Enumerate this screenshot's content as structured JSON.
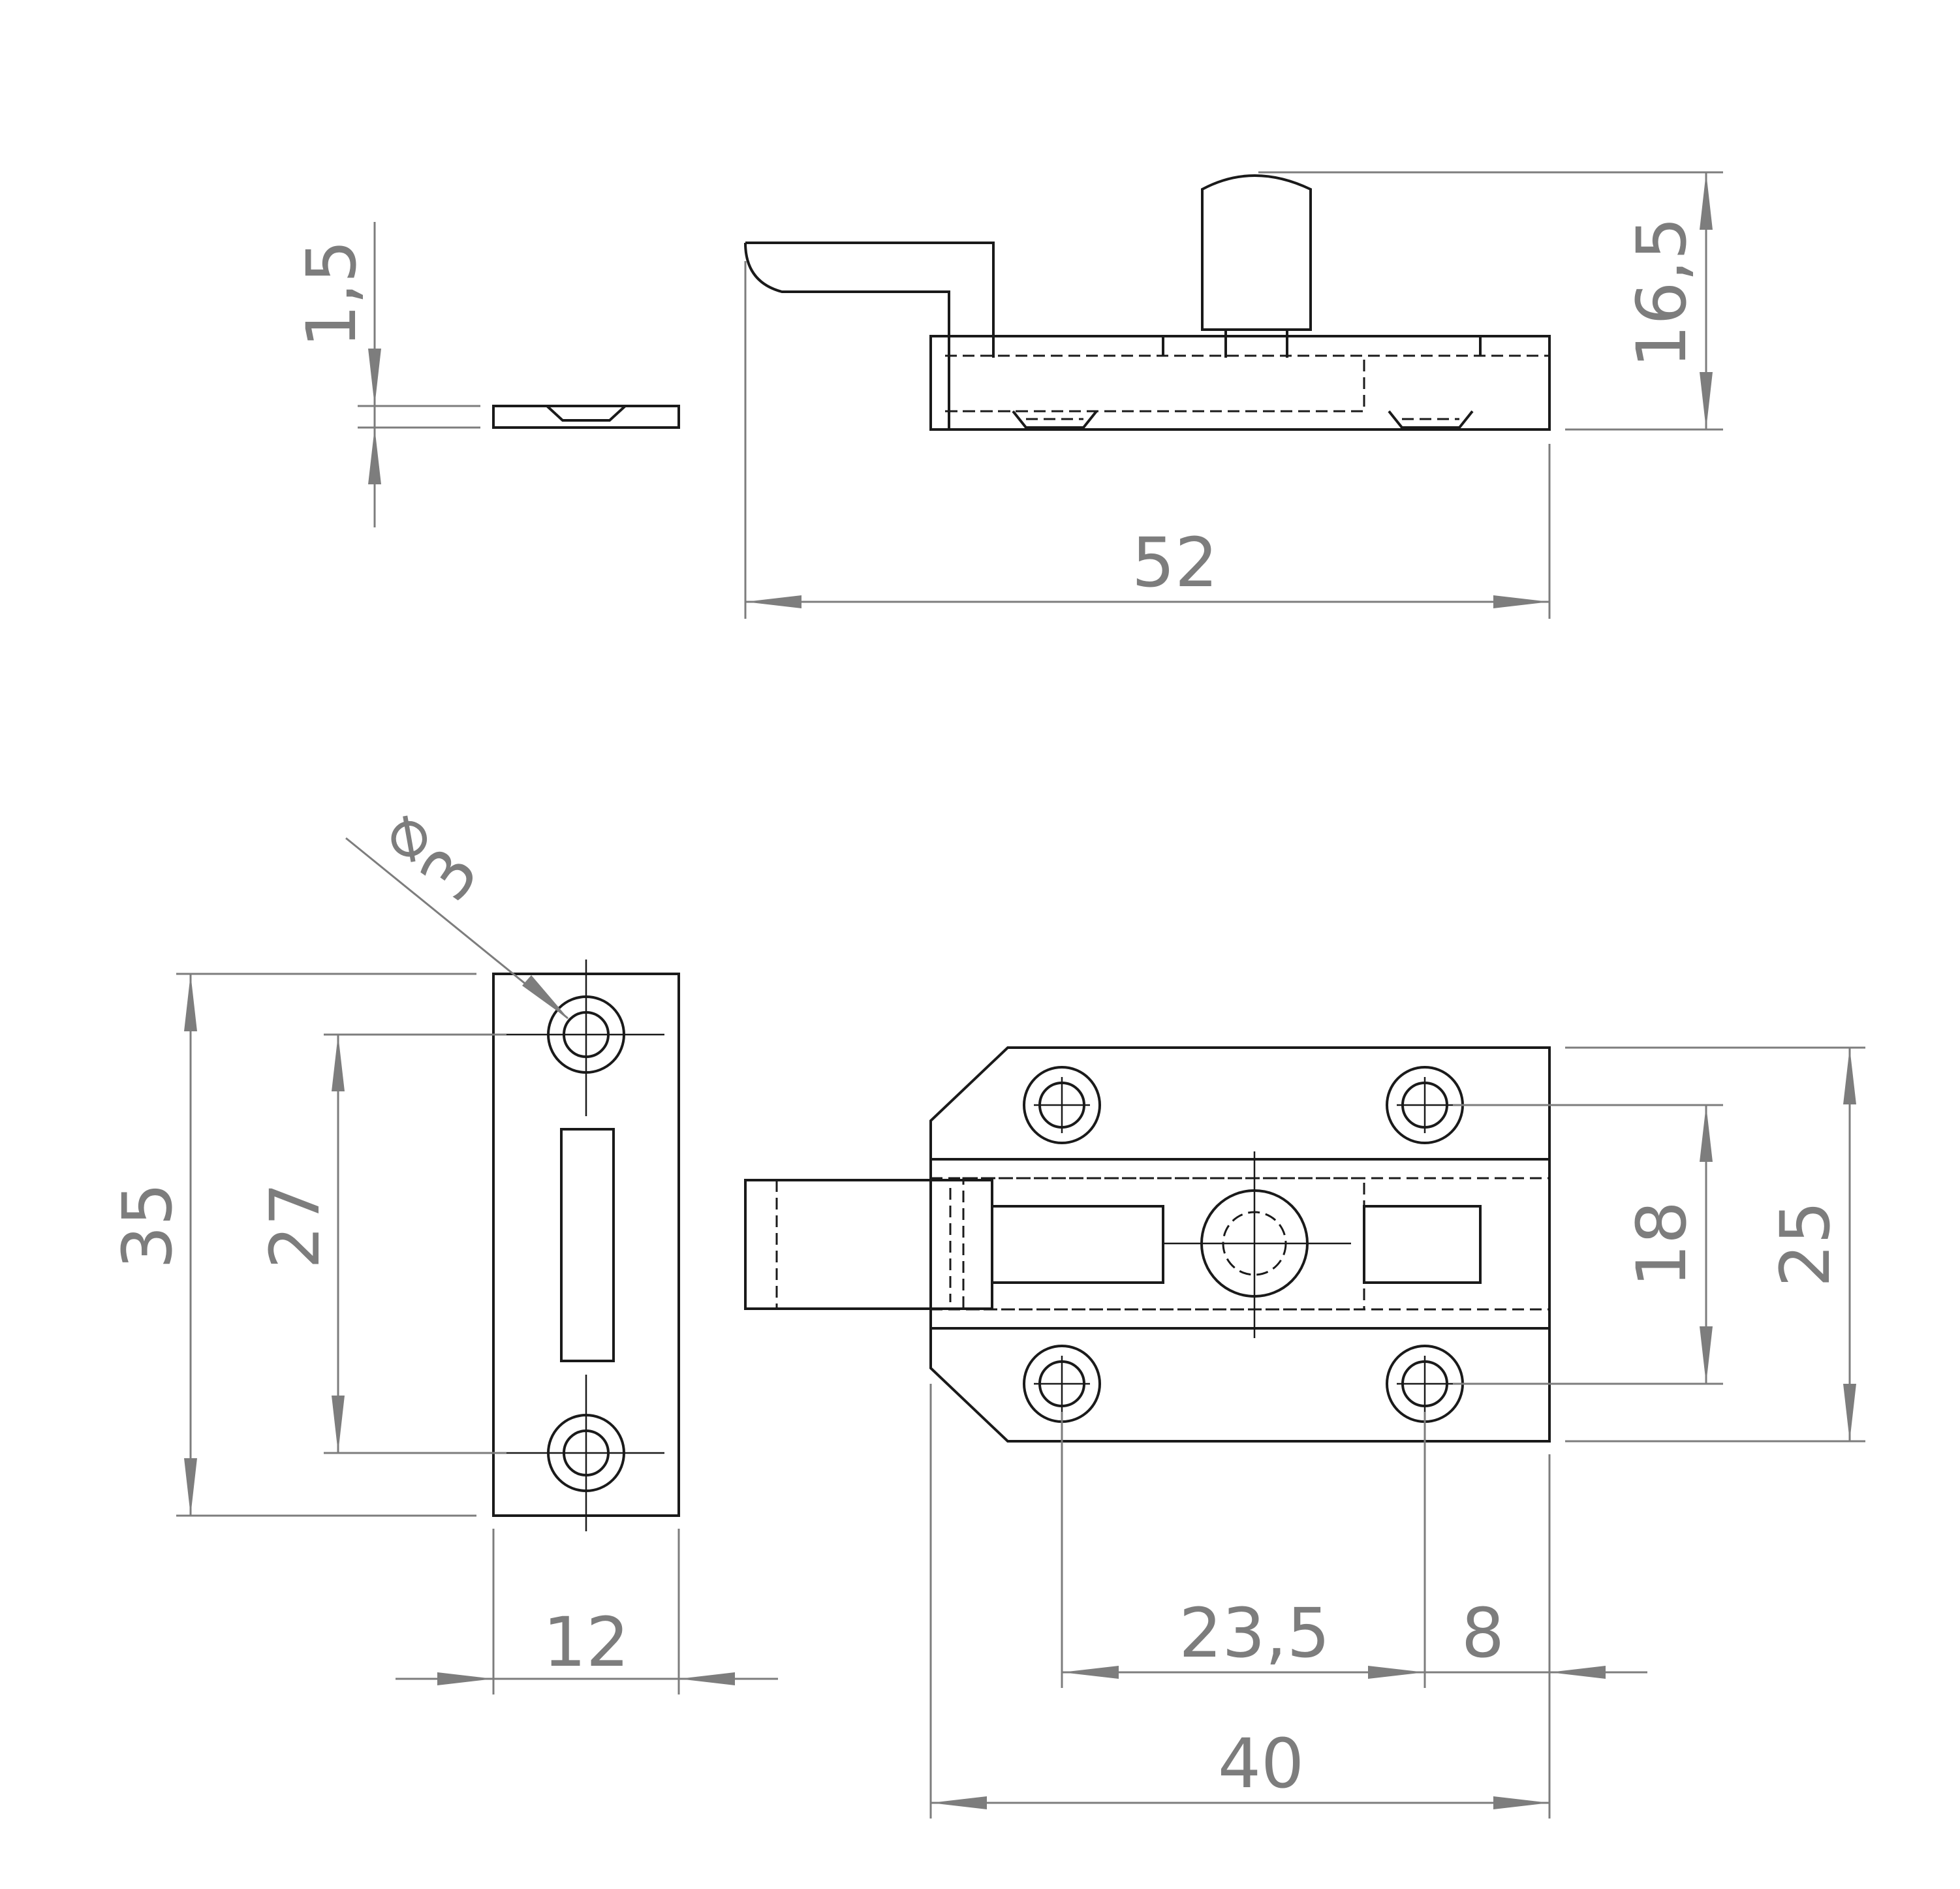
{
  "dimensions": {
    "strike_thickness": "1,5",
    "overall_length": "52",
    "knob_height": "16,5",
    "hole_diameter": "3",
    "strike_length": "35",
    "strike_hole_spacing": "27",
    "strike_width": "12",
    "hole_spacing_horizontal": "23,5",
    "hole_edge_offset": "8",
    "body_length": "40",
    "hole_spacing_vertical": "18",
    "body_width": "25"
  },
  "symbols": {
    "diameter_symbol": "⌀"
  },
  "colors": {
    "part_lines": "#1a1a1a",
    "dimension_lines": "#7d7d7d",
    "background": "#ffffff"
  }
}
